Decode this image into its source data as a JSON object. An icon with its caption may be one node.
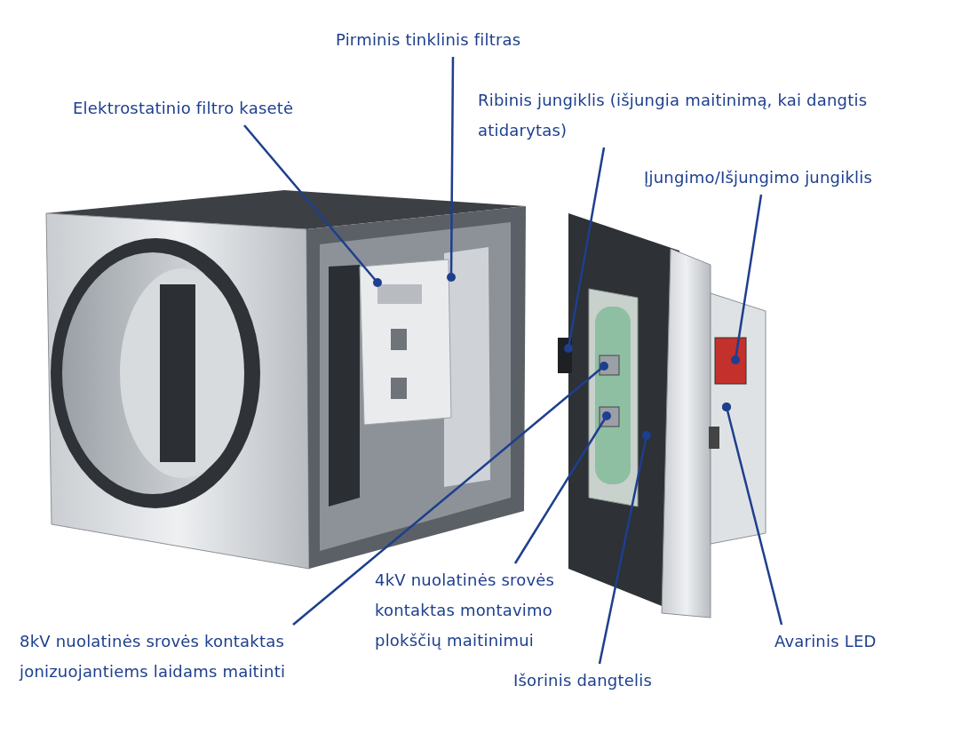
{
  "diagram": {
    "nodes": [
      {
        "text": [
          "Pirminis tinklinis filtras"
        ]
      },
      {
        "text": [
          "Elektrostatinio filtro kasetė"
        ]
      },
      {
        "text": [
          "Ribinis jungiklis (išjungia maitinimą, kai dangtis atidarytas)"
        ]
      },
      {
        "text": [
          "Įjungimo/Išjungimo jungiklis"
        ]
      },
      {
        "text": [
          "4kV nuolatinės srovės kontaktas montavimo plokščių maitinimui"
        ]
      },
      {
        "text": [
          "Avarinis LED"
        ]
      },
      {
        "text": [
          "8kV nuolatinės srovės kontaktas jonizuojantiems laidams maitinti"
        ]
      },
      {
        "text": [
          "Išorinis dangtelis"
        ]
      }
    ],
    "edges": [
      {
        "from": 0,
        "to": null,
        "arrow": "other"
      },
      {
        "from": 1,
        "to": null,
        "arrow": "other"
      },
      {
        "from": 2,
        "to": null,
        "arrow": "other"
      },
      {
        "from": 3,
        "to": null,
        "arrow": "other"
      },
      {
        "from": 4,
        "to": null,
        "arrow": "other"
      },
      {
        "from": 5,
        "to": null,
        "arrow": "other"
      },
      {
        "from": 6,
        "to": null,
        "arrow": "other"
      },
      {
        "from": 7,
        "to": null,
        "arrow": "other"
      }
    ]
  }
}
